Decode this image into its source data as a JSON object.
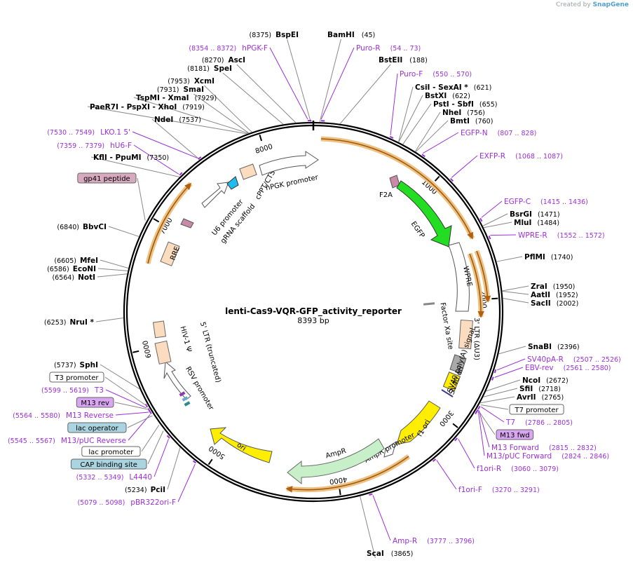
{
  "header": {
    "created_by": "Created by",
    "brand": "SnapGene"
  },
  "plasmid": {
    "name": "lenti-Cas9-VQR-GFP_activity_reporter",
    "size": "8393 bp"
  },
  "ticks": [
    "1000",
    "2000",
    "3000",
    "4000",
    "5000",
    "6000",
    "7000",
    "8000"
  ],
  "sites": [
    {
      "id": "bspei",
      "name": "BspEI",
      "pos": "(8375)"
    },
    {
      "id": "bamhi",
      "name": "BamHI",
      "pos": "(45)"
    },
    {
      "id": "bsteii",
      "name": "BstEII",
      "pos": "(188)"
    },
    {
      "id": "csii",
      "name": "CsiI  - SexAI *",
      "pos": "(621)"
    },
    {
      "id": "bstxi",
      "name": "BstXI",
      "pos": "(622)"
    },
    {
      "id": "psti",
      "name": "PstI  - SbfI",
      "pos": "(655)"
    },
    {
      "id": "nhei",
      "name": "NheI",
      "pos": "(756)"
    },
    {
      "id": "bmti",
      "name": "BmtI",
      "pos": "(760)"
    },
    {
      "id": "bsrgi",
      "name": "BsrGI",
      "pos": "(1471)"
    },
    {
      "id": "mlui",
      "name": "MluI",
      "pos": "(1484)"
    },
    {
      "id": "pflmi",
      "name": "PflMI",
      "pos": "(1740)"
    },
    {
      "id": "zrai",
      "name": "ZraI",
      "pos": "(1950)"
    },
    {
      "id": "aatii",
      "name": "AatII",
      "pos": "(1952)"
    },
    {
      "id": "sacii",
      "name": "SacII",
      "pos": "(2002)"
    },
    {
      "id": "snabi",
      "name": "SnaBI",
      "pos": "(2396)"
    },
    {
      "id": "ncoi",
      "name": "NcoI",
      "pos": "(2672)"
    },
    {
      "id": "sfii",
      "name": "SfiI",
      "pos": "(2718)"
    },
    {
      "id": "avrii",
      "name": "AvrII",
      "pos": "(2765)"
    },
    {
      "id": "scai",
      "name": "ScaI",
      "pos": "(3865)"
    },
    {
      "id": "pcii",
      "name": "PciI",
      "pos": "(5234)"
    },
    {
      "id": "sphi",
      "name": "SphI",
      "pos": "(5737)"
    },
    {
      "id": "nrui",
      "name": "NruI *",
      "pos": "(6253)"
    },
    {
      "id": "noti",
      "name": "NotI",
      "pos": "(6564)"
    },
    {
      "id": "econi",
      "name": "EcoNI",
      "pos": "(6586)"
    },
    {
      "id": "mfei",
      "name": "MfeI",
      "pos": "(6605)"
    },
    {
      "id": "bbvci",
      "name": "BbvCI",
      "pos": "(6840)"
    },
    {
      "id": "kfli",
      "name": "KflI  - PpuMI",
      "pos": "(7350)"
    },
    {
      "id": "ndei",
      "name": "NdeI",
      "pos": "(7537)"
    },
    {
      "id": "paer7i",
      "name": "PaeR7I  - PspXI  - XhoI",
      "pos": "(7919)"
    },
    {
      "id": "tspmi",
      "name": "TspMI  - XmaI",
      "pos": "(7929)"
    },
    {
      "id": "smai",
      "name": "SmaI",
      "pos": "(7931)"
    },
    {
      "id": "xcmi",
      "name": "XcmI",
      "pos": "(7953)"
    },
    {
      "id": "spei",
      "name": "SpeI",
      "pos": "(8181)"
    },
    {
      "id": "asci",
      "name": "AscI",
      "pos": "(8270)"
    }
  ],
  "primers": [
    {
      "id": "hpgkf",
      "name": "hPGK-F",
      "pos": "(8354 .. 8372)"
    },
    {
      "id": "puror",
      "name": "Puro-R",
      "pos": "(54 .. 73)"
    },
    {
      "id": "purof",
      "name": "Puro-F",
      "pos": "(550 .. 570)"
    },
    {
      "id": "egfpn",
      "name": "EGFP-N",
      "pos": "(807 .. 828)"
    },
    {
      "id": "exfpr",
      "name": "EXFP-R",
      "pos": "(1068 .. 1087)"
    },
    {
      "id": "egfpc",
      "name": "EGFP-C",
      "pos": "(1415 .. 1436)"
    },
    {
      "id": "wprer",
      "name": "WPRE-R",
      "pos": "(1552 .. 1572)"
    },
    {
      "id": "sv40par",
      "name": "SV40pA-R",
      "pos": "(2507 .. 2526)"
    },
    {
      "id": "ebvrev",
      "name": "EBV-rev",
      "pos": "(2561 .. 2580)"
    },
    {
      "id": "t7",
      "name": "T7",
      "pos": "(2786 .. 2805)"
    },
    {
      "id": "m13fwd2",
      "name": "M13 Forward",
      "pos": "(2815 .. 2832)"
    },
    {
      "id": "m13pucf",
      "name": "M13/pUC Forward",
      "pos": "(2824 .. 2846)"
    },
    {
      "id": "f1orir",
      "name": "f1ori-R",
      "pos": "(3060 .. 3079)"
    },
    {
      "id": "f1orif",
      "name": "f1ori-F",
      "pos": "(3270 .. 3291)"
    },
    {
      "id": "ampr",
      "name": "Amp-R",
      "pos": "(3777 .. 3796)"
    },
    {
      "id": "pbr322",
      "name": "pBR322ori-F",
      "pos": "(5079 .. 5098)"
    },
    {
      "id": "l4440",
      "name": "L4440",
      "pos": "(5332 .. 5349)"
    },
    {
      "id": "m13pucr",
      "name": "M13/pUC Reverse",
      "pos": "(5545 .. 5567)"
    },
    {
      "id": "m13rev",
      "name": "M13 Reverse",
      "pos": "(5564 .. 5580)"
    },
    {
      "id": "t3",
      "name": "T3",
      "pos": "(5599 .. 5619)"
    },
    {
      "id": "hu6f",
      "name": "hU6-F",
      "pos": "(7359 .. 7379)"
    },
    {
      "id": "lko15",
      "name": "LKO.1 5'",
      "pos": "(7530 .. 7549)"
    }
  ],
  "boxes": [
    {
      "id": "t7prom",
      "name": "T7 promoter"
    },
    {
      "id": "m13fwd",
      "name": "M13 fwd"
    },
    {
      "id": "t3prom",
      "name": "T3 promoter"
    },
    {
      "id": "m13revbox",
      "name": "M13 rev"
    },
    {
      "id": "lacop",
      "name": "lac operator"
    },
    {
      "id": "lacprom",
      "name": "lac promoter"
    },
    {
      "id": "cap",
      "name": "CAP binding site"
    },
    {
      "id": "gp41",
      "name": "gp41 peptide"
    }
  ],
  "features": {
    "f2a": "F2A",
    "egfp": "EGFP",
    "wpre": "WPRE",
    "factorxa": "Factor Xa site",
    "ltr3": "3' LTR (ΔU3)",
    "sv40polya": "SV40 poly(A) signal",
    "sv40ori": "SV40 ori",
    "f1ori": "f1 ori",
    "ampr_prom": "AmpR promoter",
    "ampr": "AmpR",
    "ori": "ori",
    "rsv": "RSV promoter",
    "ltr5": "5' LTR (truncated)",
    "hiv": "HIV-1 Ψ",
    "rre": "RRE",
    "u6": "U6 promoter",
    "grna": "gRNA scaffold",
    "cppt": "cPPT/CTS",
    "hpgk": "hPGK promoter"
  },
  "colors": {
    "enzyme": "#000000",
    "primer": "#9b30d9",
    "orf": "#f0a030",
    "egfp": "#22dd22",
    "ampr": "#c8f0c8",
    "ori": "#ffee00",
    "ltr": "#fcdcbe",
    "gp41": "#d8aac0"
  }
}
